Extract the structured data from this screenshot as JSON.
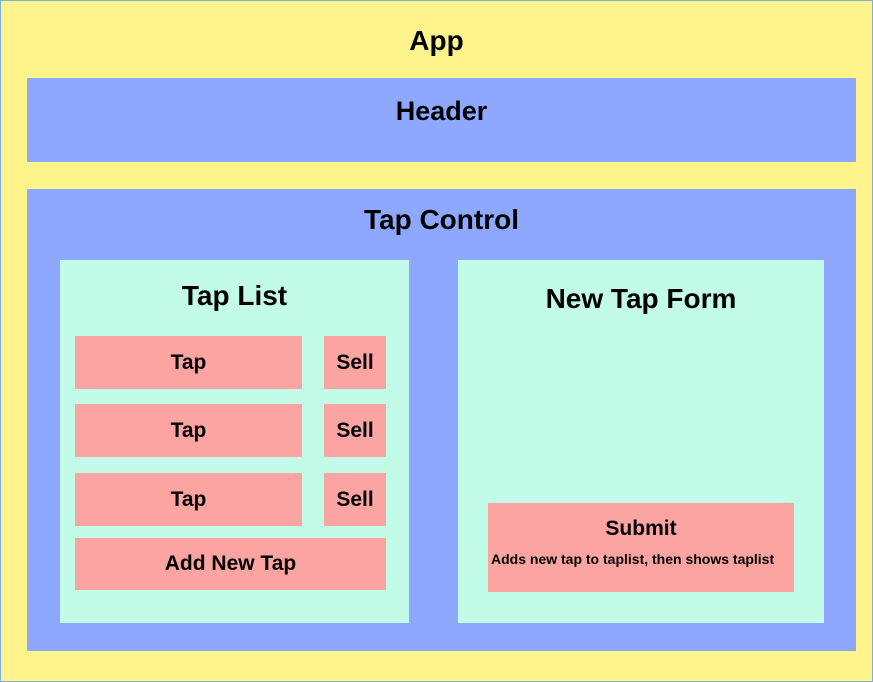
{
  "app": {
    "title": "App"
  },
  "header": {
    "title": "Header"
  },
  "tap_control": {
    "title": "Tap Control",
    "tap_list": {
      "title": "Tap List",
      "rows": [
        {
          "tap": "Tap",
          "sell": "Sell"
        },
        {
          "tap": "Tap",
          "sell": "Sell"
        },
        {
          "tap": "Tap",
          "sell": "Sell"
        }
      ],
      "add_button": "Add New Tap"
    },
    "new_tap_form": {
      "title": "New Tap Form",
      "submit": {
        "label": "Submit",
        "description": "Adds new tap to taplist, then shows taplist"
      }
    }
  },
  "colors": {
    "app_bg": "#fff38b",
    "container_bg": "#8ea8ff",
    "panel_bg": "#c2fce9",
    "component_bg": "#fca4a2"
  }
}
